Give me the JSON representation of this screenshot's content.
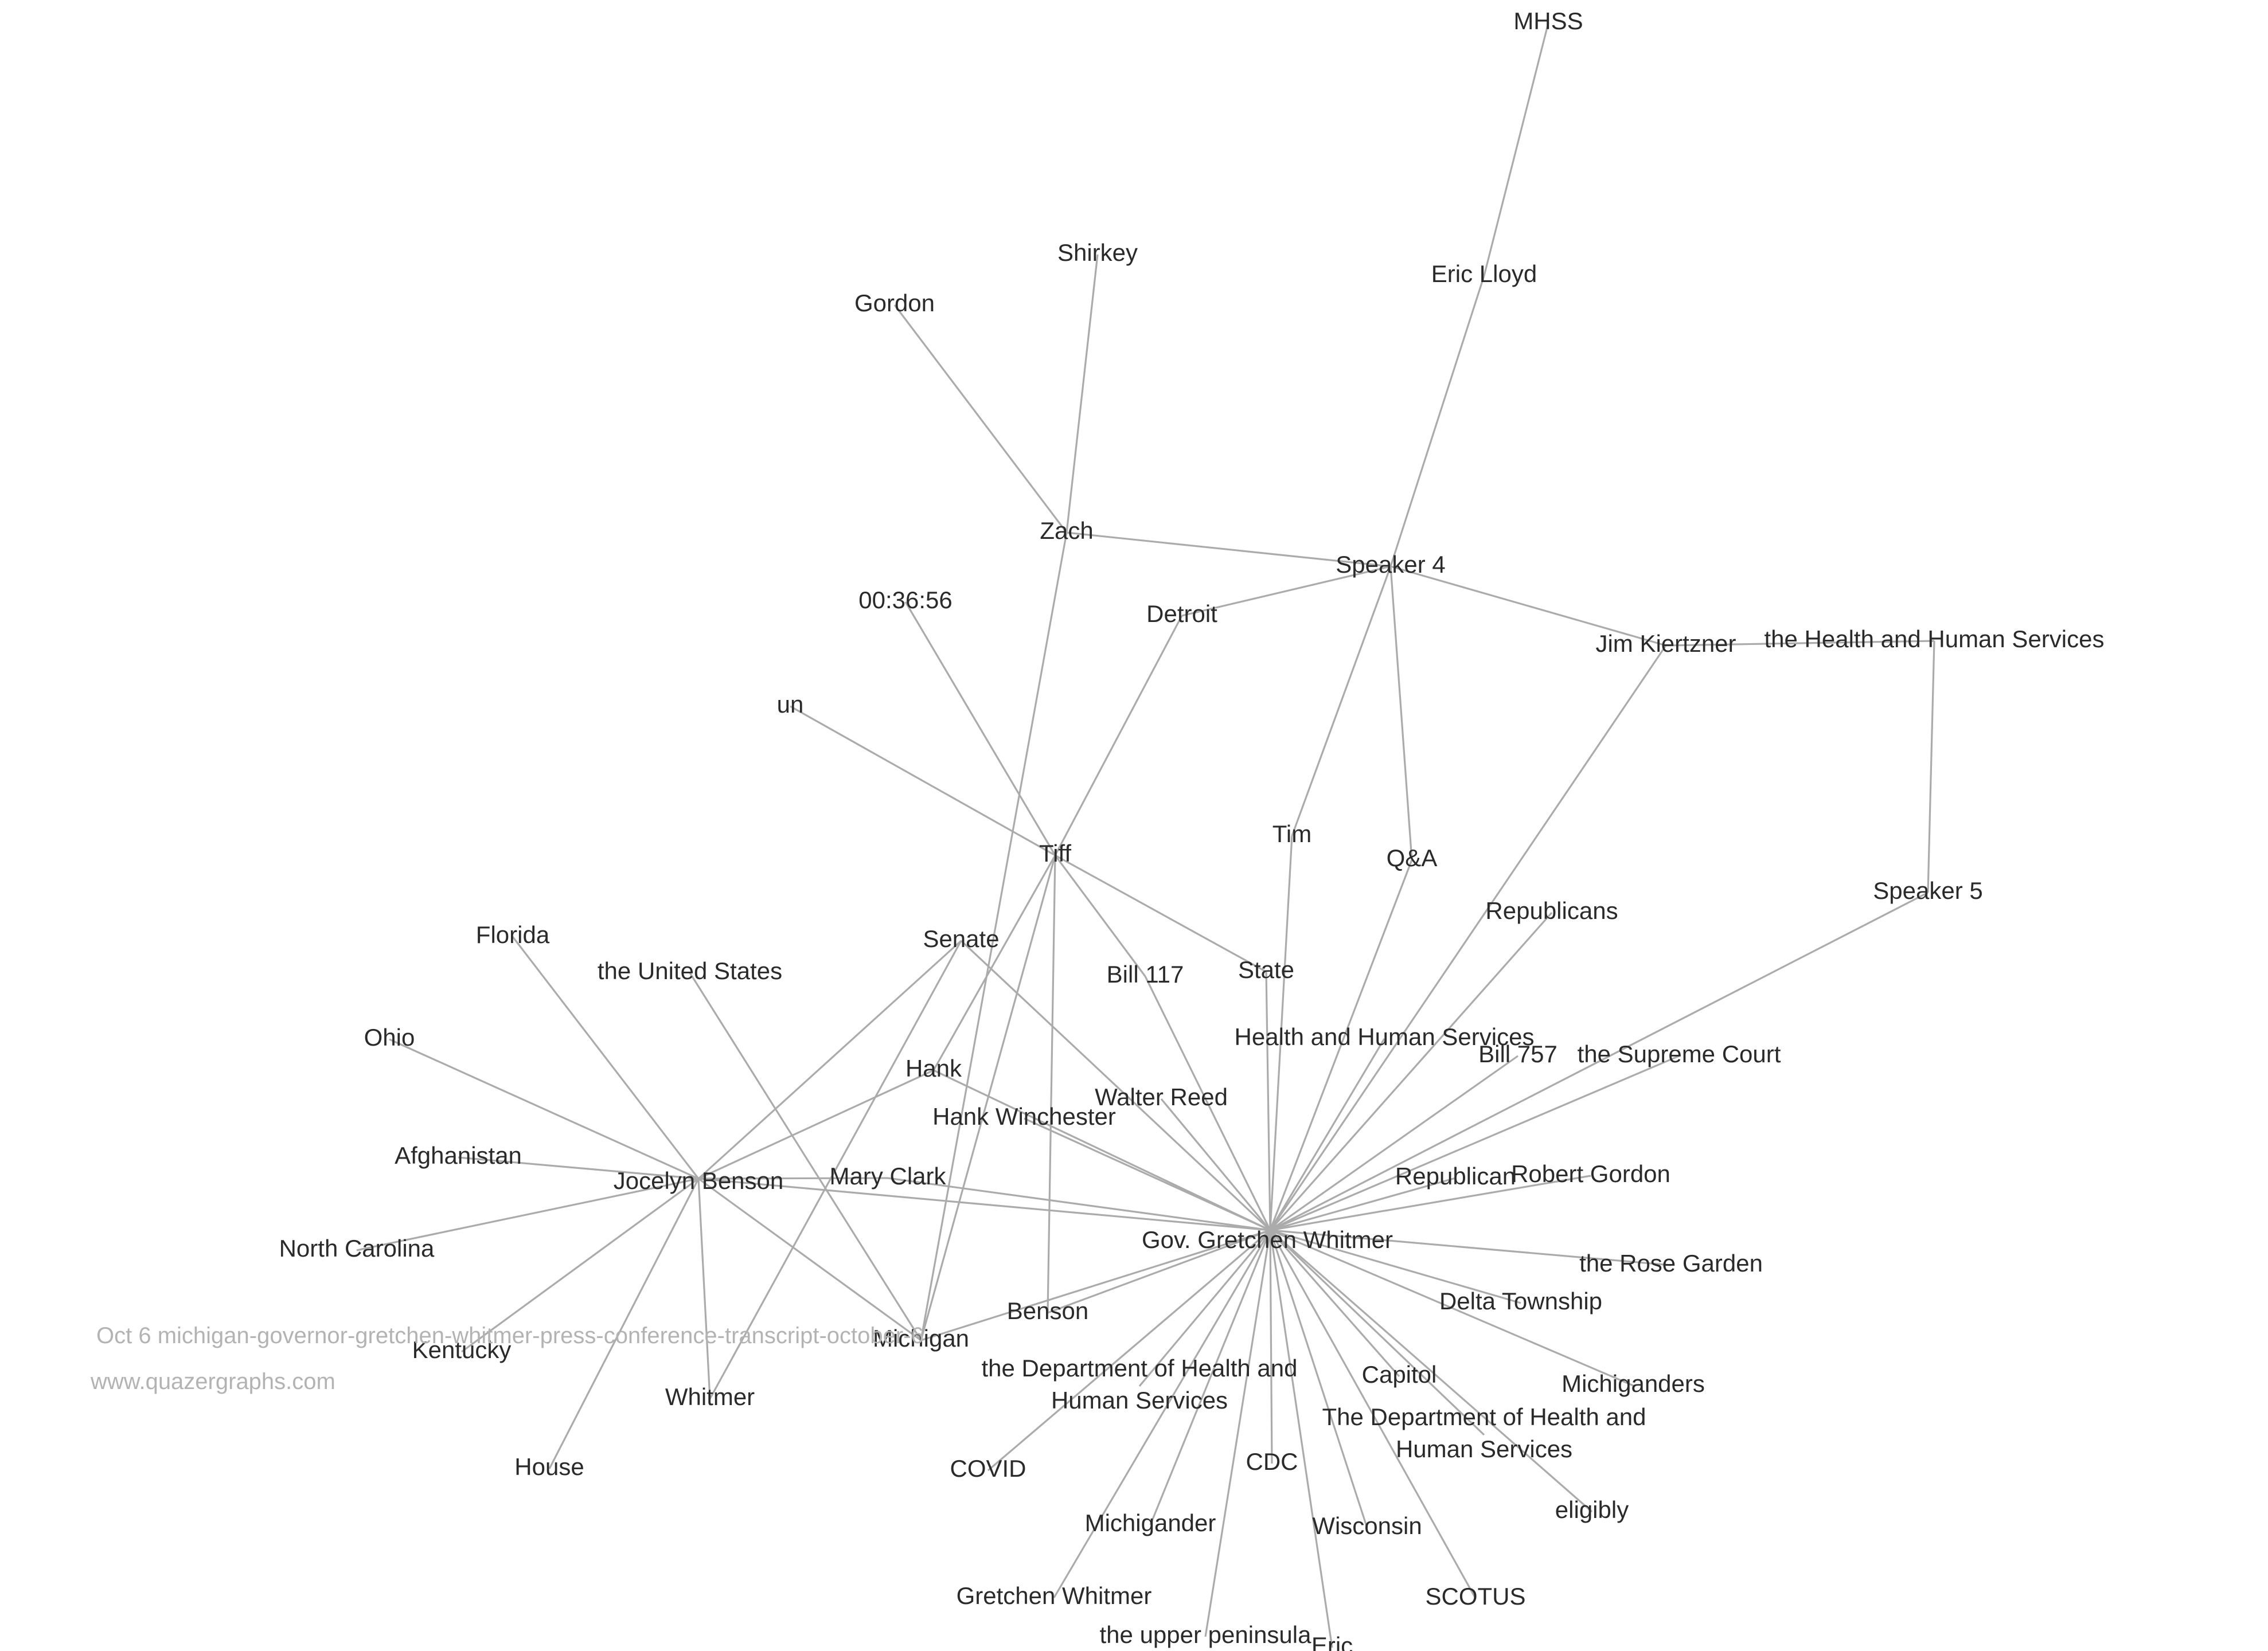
{
  "nodes": [
    {
      "id": "MHSS",
      "lines": [
        "MHSS"
      ]
    },
    {
      "id": "Eric Lloyd",
      "lines": [
        "Eric Lloyd"
      ]
    },
    {
      "id": "Shirkey",
      "lines": [
        "Shirkey"
      ]
    },
    {
      "id": "Gordon",
      "lines": [
        "Gordon"
      ]
    },
    {
      "id": "Zach",
      "lines": [
        "Zach"
      ]
    },
    {
      "id": "Speaker 4",
      "lines": [
        "Speaker 4"
      ]
    },
    {
      "id": "00:36:56",
      "lines": [
        "00:36:56"
      ]
    },
    {
      "id": "Detroit",
      "lines": [
        "Detroit"
      ]
    },
    {
      "id": "Jim Kiertzner",
      "lines": [
        "Jim Kiertzner"
      ]
    },
    {
      "id": "the Health and Human Services",
      "lines": [
        "the Health and Human Services"
      ]
    },
    {
      "id": "un",
      "lines": [
        "un"
      ]
    },
    {
      "id": "Tiff",
      "lines": [
        "Tiff"
      ]
    },
    {
      "id": "Tim",
      "lines": [
        "Tim"
      ]
    },
    {
      "id": "Q&A",
      "lines": [
        "Q&A"
      ]
    },
    {
      "id": "Speaker 5",
      "lines": [
        "Speaker 5"
      ]
    },
    {
      "id": "Republicans",
      "lines": [
        "Republicans"
      ]
    },
    {
      "id": "Florida",
      "lines": [
        "Florida"
      ]
    },
    {
      "id": "Senate",
      "lines": [
        "Senate"
      ]
    },
    {
      "id": "the United States",
      "lines": [
        "the United States"
      ]
    },
    {
      "id": "Bill 117",
      "lines": [
        "Bill 117"
      ]
    },
    {
      "id": "State",
      "lines": [
        "State"
      ]
    },
    {
      "id": "Ohio",
      "lines": [
        "Ohio"
      ]
    },
    {
      "id": "Health and Human Services",
      "lines": [
        "Health and Human Services"
      ]
    },
    {
      "id": "Bill 757",
      "lines": [
        "Bill 757"
      ]
    },
    {
      "id": "the Supreme Court",
      "lines": [
        "the Supreme Court"
      ]
    },
    {
      "id": "Hank",
      "lines": [
        "Hank"
      ]
    },
    {
      "id": "Walter Reed",
      "lines": [
        "Walter Reed"
      ]
    },
    {
      "id": "Hank Winchester",
      "lines": [
        "Hank Winchester"
      ]
    },
    {
      "id": "Afghanistan",
      "lines": [
        "Afghanistan"
      ]
    },
    {
      "id": "Jocelyn Benson",
      "lines": [
        "Jocelyn Benson"
      ]
    },
    {
      "id": "Mary Clark",
      "lines": [
        "Mary Clark"
      ]
    },
    {
      "id": "Republican",
      "lines": [
        "Republican"
      ]
    },
    {
      "id": "Robert Gordon",
      "lines": [
        "Robert Gordon"
      ]
    },
    {
      "id": "North Carolina",
      "lines": [
        "North Carolina"
      ]
    },
    {
      "id": "Gov. Gretchen Whitmer",
      "lines": [
        "Gov. Gretchen Whitmer"
      ]
    },
    {
      "id": "the Rose Garden",
      "lines": [
        "the Rose Garden"
      ]
    },
    {
      "id": "Delta Township",
      "lines": [
        "Delta Township"
      ]
    },
    {
      "id": "Benson",
      "lines": [
        "Benson"
      ]
    },
    {
      "id": "Kentucky",
      "lines": [
        "Kentucky"
      ]
    },
    {
      "id": "Michigan",
      "lines": [
        "Michigan"
      ]
    },
    {
      "id": "Capitol",
      "lines": [
        "Capitol"
      ]
    },
    {
      "id": "Michiganders",
      "lines": [
        "Michiganders"
      ]
    },
    {
      "id": "the Department of Health and Human Services",
      "lines": [
        "the Department of Health and",
        "Human Services"
      ]
    },
    {
      "id": "Whitmer",
      "lines": [
        "Whitmer"
      ]
    },
    {
      "id": "The Department of Health and Human Services",
      "lines": [
        "The Department of Health and",
        "Human Services"
      ]
    },
    {
      "id": "House",
      "lines": [
        "House"
      ]
    },
    {
      "id": "COVID",
      "lines": [
        "COVID"
      ]
    },
    {
      "id": "CDC",
      "lines": [
        "CDC"
      ]
    },
    {
      "id": "eligibly",
      "lines": [
        "eligibly"
      ]
    },
    {
      "id": "Michigander",
      "lines": [
        "Michigander"
      ]
    },
    {
      "id": "Wisconsin",
      "lines": [
        "Wisconsin"
      ]
    },
    {
      "id": "Gretchen Whitmer",
      "lines": [
        "Gretchen Whitmer"
      ]
    },
    {
      "id": "SCOTUS",
      "lines": [
        "SCOTUS"
      ]
    },
    {
      "id": "the upper peninsula",
      "lines": [
        "the upper peninsula"
      ]
    },
    {
      "id": "Eric",
      "lines": [
        "Eric"
      ]
    }
  ],
  "edges": [
    [
      "MHSS",
      "Eric Lloyd"
    ],
    [
      "Eric Lloyd",
      "Speaker 4"
    ],
    [
      "Gordon",
      "Zach"
    ],
    [
      "Shirkey",
      "Zach"
    ],
    [
      "Zach",
      "Speaker 4"
    ],
    [
      "Zach",
      "Michigan"
    ],
    [
      "Speaker 4",
      "Detroit"
    ],
    [
      "Speaker 4",
      "Jim Kiertzner"
    ],
    [
      "Speaker 4",
      "Tim"
    ],
    [
      "Speaker 4",
      "Q&A"
    ],
    [
      "Jim Kiertzner",
      "the Health and Human Services"
    ],
    [
      "the Health and Human Services",
      "Speaker 5"
    ],
    [
      "Jim Kiertzner",
      "Gov. Gretchen Whitmer"
    ],
    [
      "Detroit",
      "Tiff"
    ],
    [
      "00:36:56",
      "Tiff"
    ],
    [
      "un",
      "Tiff"
    ],
    [
      "Tiff",
      "State"
    ],
    [
      "Tiff",
      "Bill 117"
    ],
    [
      "Tiff",
      "Hank"
    ],
    [
      "Tiff",
      "Benson"
    ],
    [
      "Tiff",
      "Michigan"
    ],
    [
      "Tim",
      "Gov. Gretchen Whitmer"
    ],
    [
      "Q&A",
      "Gov. Gretchen Whitmer"
    ],
    [
      "Speaker 5",
      "Gov. Gretchen Whitmer"
    ],
    [
      "Senate",
      "Jocelyn Benson"
    ],
    [
      "Senate",
      "Gov. Gretchen Whitmer"
    ],
    [
      "Senate",
      "Whitmer"
    ],
    [
      "the United States",
      "Michigan"
    ],
    [
      "Florida",
      "Jocelyn Benson"
    ],
    [
      "Ohio",
      "Jocelyn Benson"
    ],
    [
      "Afghanistan",
      "Jocelyn Benson"
    ],
    [
      "North Carolina",
      "Jocelyn Benson"
    ],
    [
      "Kentucky",
      "Jocelyn Benson"
    ],
    [
      "House",
      "Jocelyn Benson"
    ],
    [
      "Whitmer",
      "Jocelyn Benson"
    ],
    [
      "Jocelyn Benson",
      "Hank"
    ],
    [
      "Jocelyn Benson",
      "Mary Clark"
    ],
    [
      "Jocelyn Benson",
      "Michigan"
    ],
    [
      "Jocelyn Benson",
      "Gov. Gretchen Whitmer"
    ],
    [
      "Hank",
      "Gov. Gretchen Whitmer"
    ],
    [
      "Bill 117",
      "Gov. Gretchen Whitmer"
    ],
    [
      "State",
      "Gov. Gretchen Whitmer"
    ],
    [
      "Health and Human Services",
      "Gov. Gretchen Whitmer"
    ],
    [
      "Bill 757",
      "Gov. Gretchen Whitmer"
    ],
    [
      "the Supreme Court",
      "Gov. Gretchen Whitmer"
    ],
    [
      "Walter Reed",
      "Gov. Gretchen Whitmer"
    ],
    [
      "Hank Winchester",
      "Gov. Gretchen Whitmer"
    ],
    [
      "Mary Clark",
      "Gov. Gretchen Whitmer"
    ],
    [
      "Republican",
      "Gov. Gretchen Whitmer"
    ],
    [
      "Republicans",
      "Gov. Gretchen Whitmer"
    ],
    [
      "Robert Gordon",
      "Gov. Gretchen Whitmer"
    ],
    [
      "the Rose Garden",
      "Gov. Gretchen Whitmer"
    ],
    [
      "Delta Township",
      "Gov. Gretchen Whitmer"
    ],
    [
      "Michiganders",
      "Gov. Gretchen Whitmer"
    ],
    [
      "Capitol",
      "Gov. Gretchen Whitmer"
    ],
    [
      "The Department of Health and Human Services",
      "Gov. Gretchen Whitmer"
    ],
    [
      "eligibly",
      "Gov. Gretchen Whitmer"
    ],
    [
      "SCOTUS",
      "Gov. Gretchen Whitmer"
    ],
    [
      "Wisconsin",
      "Gov. Gretchen Whitmer"
    ],
    [
      "Eric",
      "Gov. Gretchen Whitmer"
    ],
    [
      "the upper peninsula",
      "Gov. Gretchen Whitmer"
    ],
    [
      "CDC",
      "Gov. Gretchen Whitmer"
    ],
    [
      "Michigander",
      "Gov. Gretchen Whitmer"
    ],
    [
      "Gretchen Whitmer",
      "Gov. Gretchen Whitmer"
    ],
    [
      "the Department of Health and Human Services",
      "Gov. Gretchen Whitmer"
    ],
    [
      "COVID",
      "Gov. Gretchen Whitmer"
    ],
    [
      "Benson",
      "Gov. Gretchen Whitmer"
    ],
    [
      "Michigan",
      "Gov. Gretchen Whitmer"
    ]
  ],
  "caption": {
    "title": "Oct 6 michigan-governor-gretchen-whitmer-press-conference-transcript-october-6",
    "site": "www.quazergraphs.com"
  },
  "colors": {
    "edge": "#ababab",
    "label": "#2a2a2a",
    "caption": "#b3b3b3",
    "background": "#ffffff"
  }
}
